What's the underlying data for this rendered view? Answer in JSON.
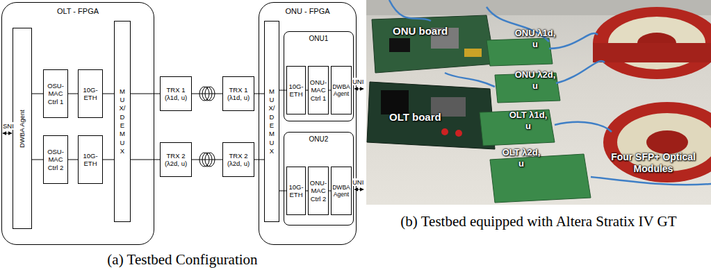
{
  "diagram": {
    "nodes": [
      {
        "text": [
          "OLT - FPGA"
        ]
      },
      {
        "text": [
          "DWBA Agent"
        ],
        "in": 0
      },
      {
        "text": [
          "OSU-MAC Ctrl 1"
        ],
        "in": 0
      },
      {
        "text": [
          "10G-ETH"
        ],
        "in": 0
      },
      {
        "text": [
          "OSU-MAC Ctrl 2"
        ],
        "in": 0
      },
      {
        "text": [
          "10G-ETH"
        ],
        "in": 0
      },
      {
        "text": [
          "MUX/DEMUX"
        ],
        "in": 0
      },
      {
        "text": [
          "TRX 1 (λ1d, u)"
        ]
      },
      {
        "text": [
          "TRX 1 (λ1d, u)"
        ]
      },
      {
        "text": [
          "TRX 2 (λ2d, u)"
        ]
      },
      {
        "text": [
          "TRX 2 (λ2d, u)"
        ]
      },
      {
        "text": [
          "ONU - FPGA"
        ]
      },
      {
        "text": [
          "MUX/DEMUX"
        ],
        "in": 11
      },
      {
        "text": [
          "ONU1"
        ],
        "in": 11
      },
      {
        "text": [
          "10G-ETH"
        ],
        "in": 13
      },
      {
        "text": [
          "ONU-MAC Ctrl 1"
        ],
        "in": 13
      },
      {
        "text": [
          "DWBA Agent"
        ],
        "in": 13
      },
      {
        "text": [
          "ONU2"
        ],
        "in": 11
      },
      {
        "text": [
          "10G-ETH"
        ],
        "in": 17
      },
      {
        "text": [
          "ONU-MAC Ctrl 2"
        ],
        "in": 17
      },
      {
        "text": [
          "DWBA Agent"
        ],
        "in": 17
      }
    ],
    "edges": [
      {
        "from": 1,
        "to": 2,
        "arrow": "none"
      },
      {
        "from": 1,
        "to": 4,
        "arrow": "none"
      },
      {
        "from": 2,
        "to": 3,
        "arrow": "none"
      },
      {
        "from": 4,
        "to": 5,
        "arrow": "none"
      },
      {
        "from": 3,
        "to": 6,
        "arrow": "none"
      },
      {
        "from": 5,
        "to": 6,
        "arrow": "none"
      },
      {
        "from": 6,
        "to": 7,
        "arrow": "none"
      },
      {
        "from": 6,
        "to": 9,
        "arrow": "none"
      },
      {
        "from": 7,
        "to": 8,
        "arrow": "none"
      },
      {
        "from": 9,
        "to": 10,
        "arrow": "none"
      },
      {
        "from": 8,
        "to": 12,
        "arrow": "none"
      },
      {
        "from": 10,
        "to": 12,
        "arrow": "none"
      },
      {
        "from": 12,
        "to": 14,
        "arrow": "none"
      },
      {
        "from": 12,
        "to": 18,
        "arrow": "none"
      },
      {
        "from": 14,
        "to": 15,
        "arrow": "none"
      },
      {
        "from": 15,
        "to": 16,
        "arrow": "none"
      },
      {
        "from": 18,
        "to": 19,
        "arrow": "none"
      },
      {
        "from": 19,
        "to": 20,
        "arrow": "none"
      }
    ],
    "labels": [
      "SNI",
      "UNI",
      "UNI",
      "ONU board",
      "ONU λ1d, u",
      "ONU λ2d, u",
      "OLT board",
      "OLT λ1d, u",
      "OLT λ2d, u",
      "Four SFP+ Optical Modules",
      "(a) Testbed Configuration",
      "(b) Testbed equipped with Altera Stratix IV GT"
    ]
  }
}
